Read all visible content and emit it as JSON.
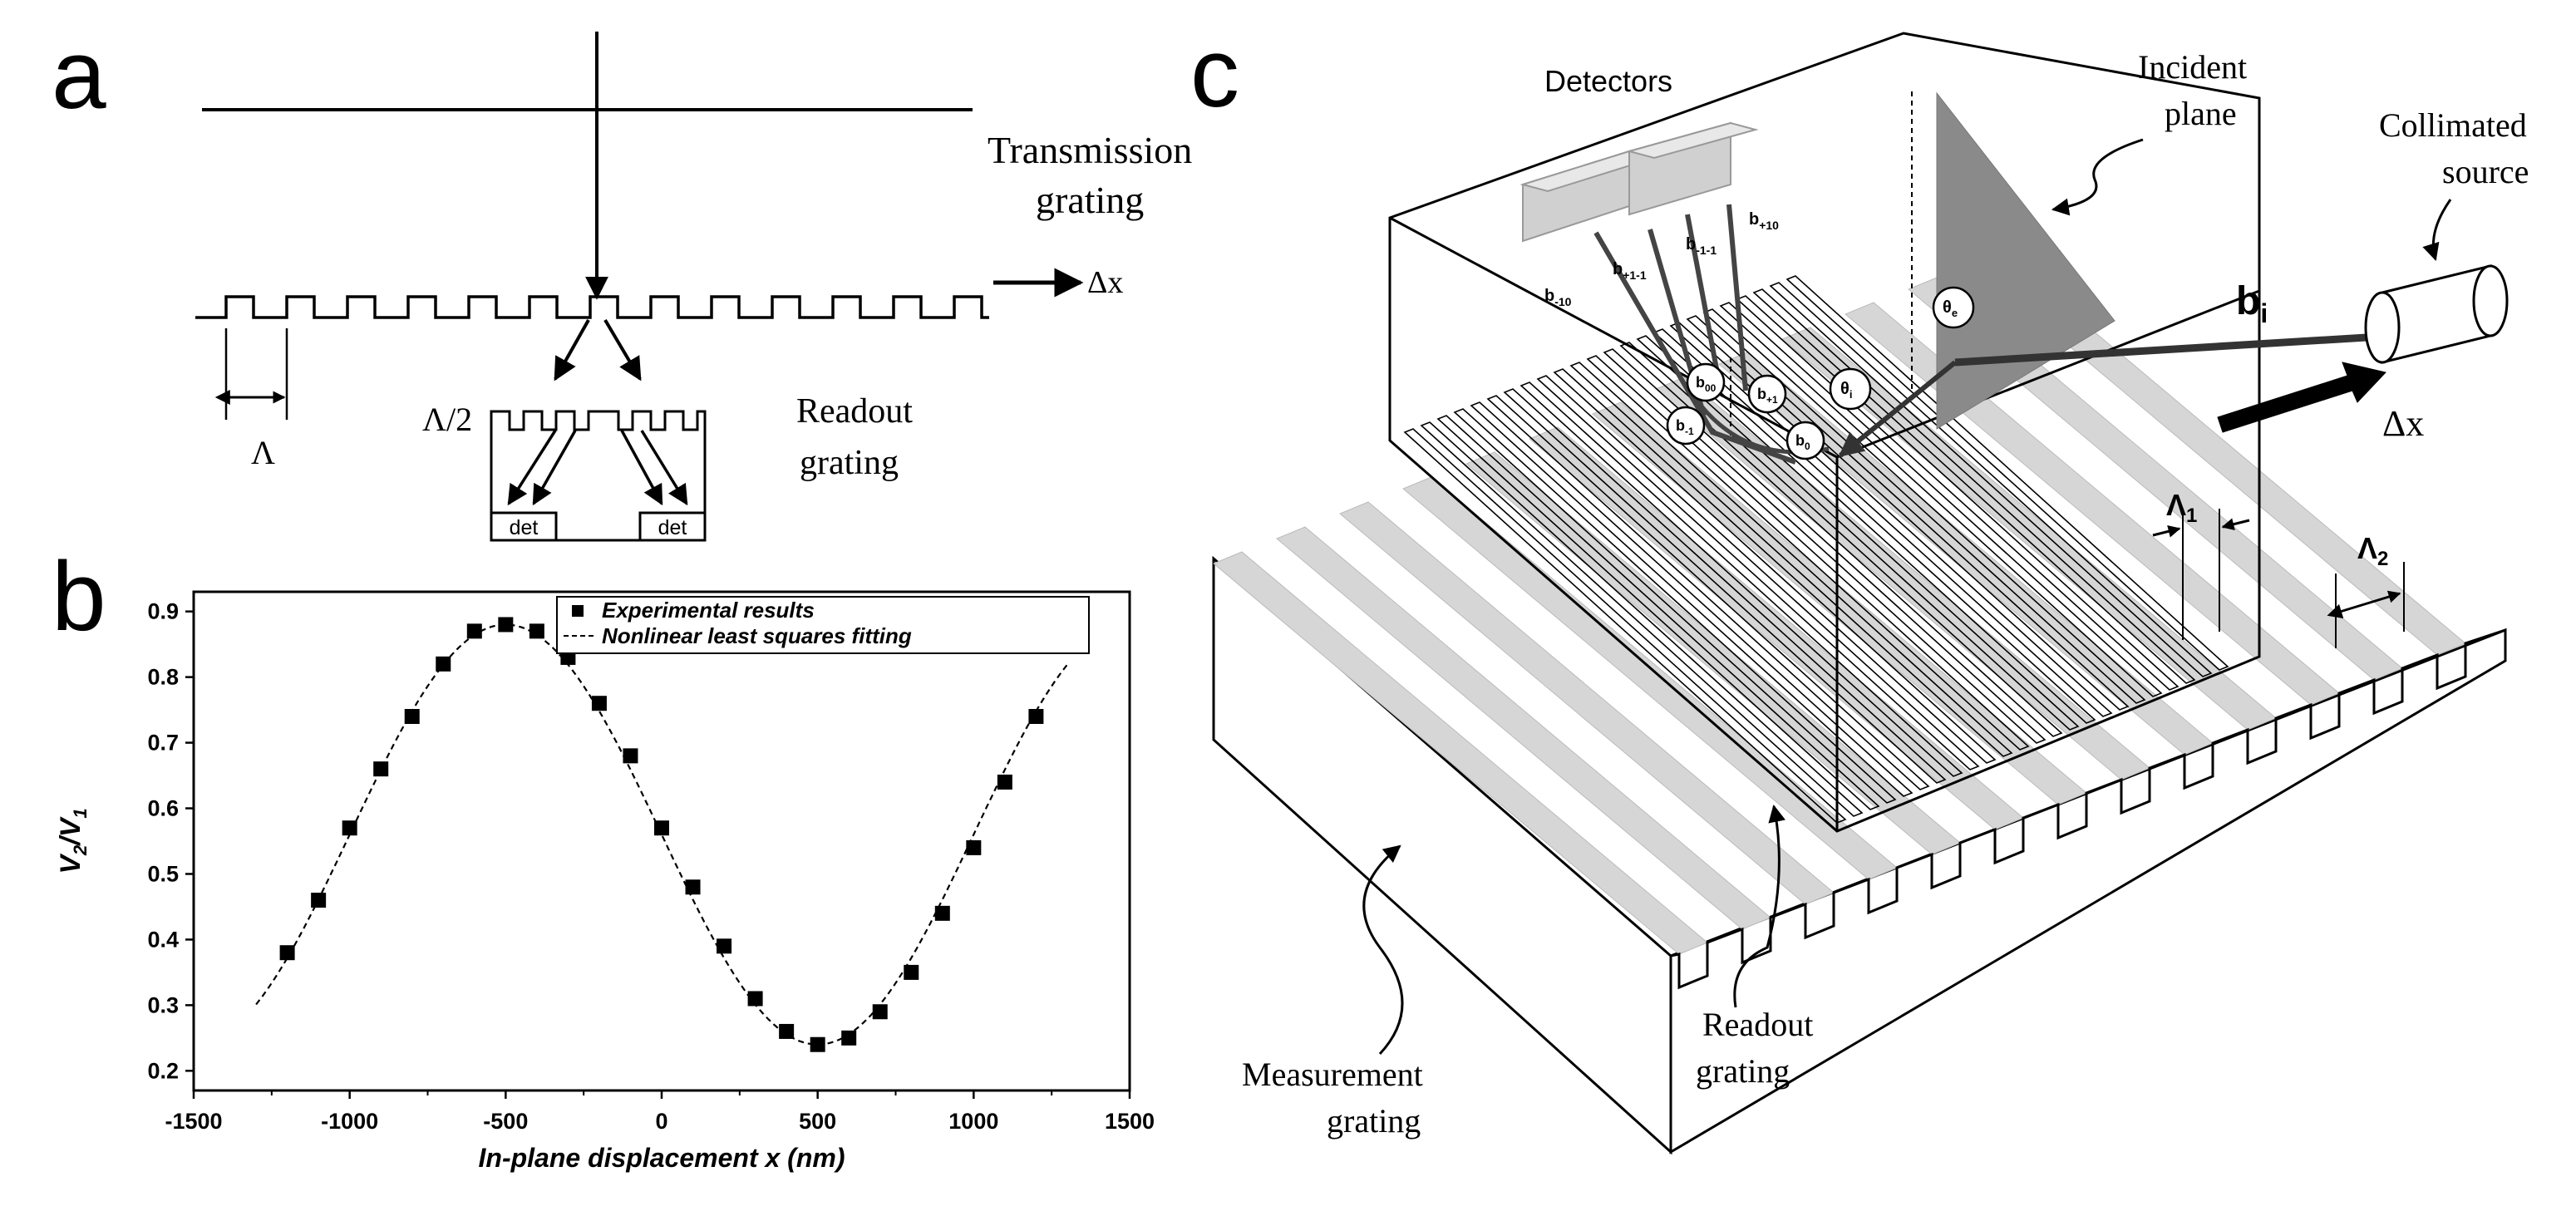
{
  "panels": {
    "a": {
      "letter": "a",
      "transmission_label_1": "Transmission",
      "transmission_label_2": "grating",
      "dx_label": "Δx",
      "period_label": "Λ",
      "half_period_label": "Λ/2",
      "readout_label_1": "Readout",
      "readout_label_2": "grating",
      "detector_left": "det",
      "detector_right": "det"
    },
    "b": {
      "letter": "b"
    },
    "c": {
      "letter": "c",
      "detectors_label": "Detectors",
      "incident_plane_1": "Incident",
      "incident_plane_2": "plane",
      "collimated_source_1": "Collimated",
      "collimated_source_2": "source",
      "bi_label": "b",
      "bi_sub": "i",
      "dx_label": "Δx",
      "lambda1": "Λ",
      "lambda1_sub": "1",
      "lambda2": "Λ",
      "lambda2_sub": "2",
      "theta_e": "θ",
      "theta_e_sub": "e",
      "theta_i": "θ",
      "theta_i_sub": "i",
      "readout_grating_1": "Readout",
      "readout_grating_2": "grating",
      "measurement_grating_1": "Measurement",
      "measurement_grating_2": "grating",
      "beam_labels": [
        {
          "main": "b",
          "sub": "-10"
        },
        {
          "main": "b",
          "sub": "+1-1"
        },
        {
          "main": "b",
          "sub": "-1-1"
        },
        {
          "main": "b",
          "sub": "+10"
        }
      ],
      "order_circles": [
        {
          "main": "b",
          "sub": "00"
        },
        {
          "main": "b",
          "sub": "+1"
        },
        {
          "main": "b",
          "sub": "-1"
        },
        {
          "main": "b",
          "sub": "0"
        }
      ]
    }
  },
  "chart_data": {
    "type": "scatter",
    "xlabel": "In-plane displacement x  (nm)",
    "ylabel": "V2/V1",
    "ylabel_main": "V",
    "ylabel_sub1": "2",
    "ylabel_slash": "/V",
    "ylabel_sub2": "1",
    "xlim": [
      -1500,
      1500
    ],
    "ylim": [
      0.17,
      0.93
    ],
    "xticks": [
      -1500,
      -1000,
      -500,
      0,
      500,
      1000,
      1500
    ],
    "yticks": [
      0.2,
      0.3,
      0.4,
      0.5,
      0.6,
      0.7,
      0.8,
      0.9
    ],
    "legend_position": "top-right",
    "series": [
      {
        "name": "Experimental results",
        "style": "square-markers",
        "x": [
          -1200,
          -1100,
          -1000,
          -900,
          -800,
          -700,
          -600,
          -500,
          -400,
          -300,
          -200,
          -100,
          0,
          100,
          200,
          300,
          400,
          500,
          600,
          700,
          800,
          900,
          1000,
          1100,
          1200
        ],
        "y": [
          0.38,
          0.46,
          0.57,
          0.66,
          0.74,
          0.82,
          0.87,
          0.88,
          0.87,
          0.83,
          0.76,
          0.68,
          0.57,
          0.48,
          0.39,
          0.31,
          0.26,
          0.24,
          0.25,
          0.29,
          0.35,
          0.44,
          0.54,
          0.64,
          0.74
        ]
      },
      {
        "name": "Nonlinear least squares fitting",
        "style": "dashed-line",
        "fit": {
          "offset": 0.56,
          "amplitude": 0.32,
          "period": 2000,
          "peak_x": -500
        },
        "x_range": [
          -1300,
          1300
        ]
      }
    ]
  }
}
